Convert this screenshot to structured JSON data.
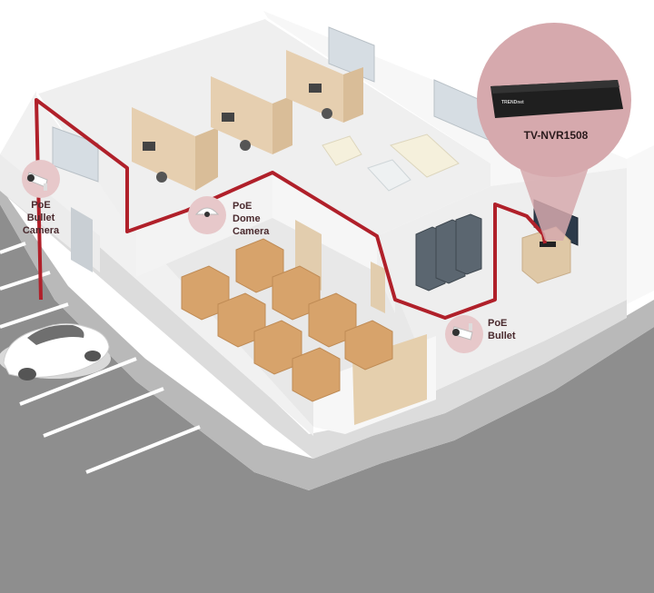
{
  "diagram": {
    "nvr": {
      "model": "TV-NVR1508",
      "brand": "TRENDnet"
    },
    "cameras": [
      {
        "lines": [
          "PoE",
          "Bullet",
          "Camera"
        ]
      },
      {
        "lines": [
          "PoE",
          "Dome",
          "Camera"
        ]
      },
      {
        "lines": [
          "PoE",
          "Bullet"
        ]
      }
    ]
  },
  "colors": {
    "cable": "#b0202a",
    "badge": "#e7c8ca",
    "callout": "#d6a9ad",
    "floor": "#ececec",
    "wall": "#f4f4f4",
    "road": "#8b8b8b",
    "box": "#d7a36b"
  }
}
